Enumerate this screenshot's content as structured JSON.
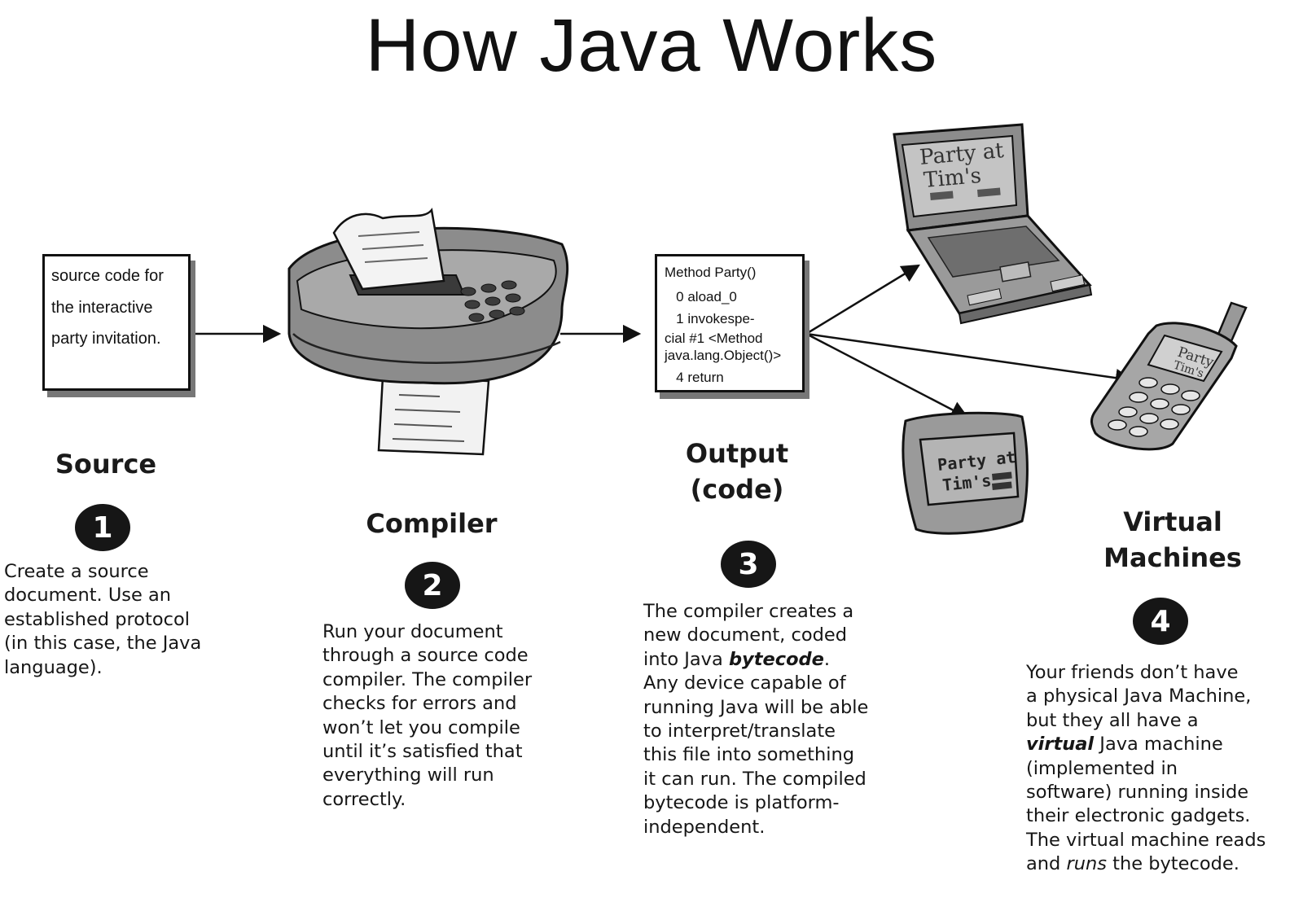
{
  "title": "How Java Works",
  "source": {
    "box_lines": [
      "source code for",
      "the interactive",
      "party invitation."
    ],
    "label": "Source",
    "step": "1",
    "description_lines": [
      "Create a source",
      "document. Use an",
      "established protocol",
      "(in this case, the Java",
      "language)."
    ]
  },
  "compiler": {
    "label": "Compiler",
    "step": "2",
    "description_lines": [
      "Run your document",
      "through a source code",
      "compiler. The compiler",
      "checks for errors and",
      "won’t let you compile",
      "until it’s satisfied that",
      "everything will run",
      "correctly."
    ]
  },
  "output": {
    "label_lines": [
      "Output",
      "(code)"
    ],
    "step": "3",
    "bytecode_lines": [
      "Method Party()",
      "   0 aload_0",
      "   1 invokespe-",
      "cial #1 <Method",
      "java.lang.Object()>",
      "   4 return"
    ],
    "desc": {
      "l1": "The compiler creates a",
      "l2": "new document, coded",
      "l3a": "into Java ",
      "l3b": "bytecode",
      "l3c": ".",
      "l4": "Any device capable of",
      "l5": "running Java will be able",
      "l6": "to interpret/translate",
      "l7": "this file into something",
      "l8": "it can run. The compiled",
      "l9": "bytecode is platform-",
      "l10": "independent."
    }
  },
  "vm": {
    "label_lines": [
      "Virtual",
      "Machines"
    ],
    "step": "4",
    "desc": {
      "l1": "Your friends don’t have",
      "l2": "a physical Java Machine,",
      "l3": "but they all have a",
      "l4a": "virtual",
      "l4b": " Java machine",
      "l5": "(implemented in",
      "l6": "software) running inside",
      "l7": "their electronic gadgets.",
      "l8": "The virtual machine reads",
      "l9a": "and ",
      "l9b": "runs",
      "l9c": " the bytecode."
    }
  },
  "screens": {
    "laptop_l1": "Party at",
    "laptop_l2": "Tim's",
    "phone_l1": "Party",
    "phone_l2": "Tim's",
    "device_l1": "Party at",
    "device_l2": "Tim's"
  },
  "colors": {
    "ink": "#111111",
    "device_gray": "#8c8c8c",
    "screen_gray": "#b8b8b8",
    "shadow": "#777777"
  }
}
